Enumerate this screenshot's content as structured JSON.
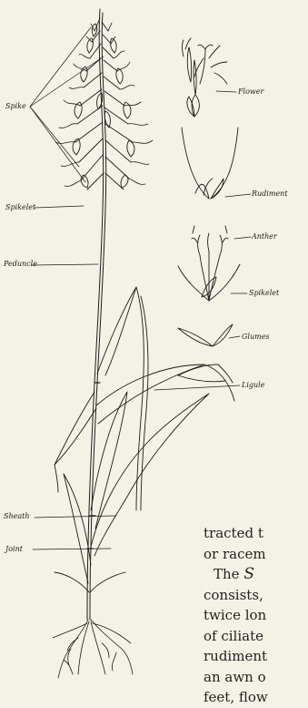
{
  "plate": {
    "labels": {
      "spike": "Spike",
      "spikelet": "Spikelet",
      "peduncle": "Peduncle",
      "flower": "Flower",
      "rudiment": "Rudiment",
      "anther": "Anther",
      "spikelet_detail": "Spikelet",
      "glumes": "Glumes",
      "ligule": "Ligule",
      "sheath": "Sheath",
      "joint": "Joint"
    }
  },
  "text": {
    "line1": "tracted t",
    "line2": "or racem",
    "line3_start": "The ",
    "line3_italic": "S",
    "line4": "consists,",
    "line5": "twice lon",
    "line6": "of ciliate",
    "line7": "rudiment",
    "line8": "an awn o",
    "line9": "feet, flow"
  }
}
